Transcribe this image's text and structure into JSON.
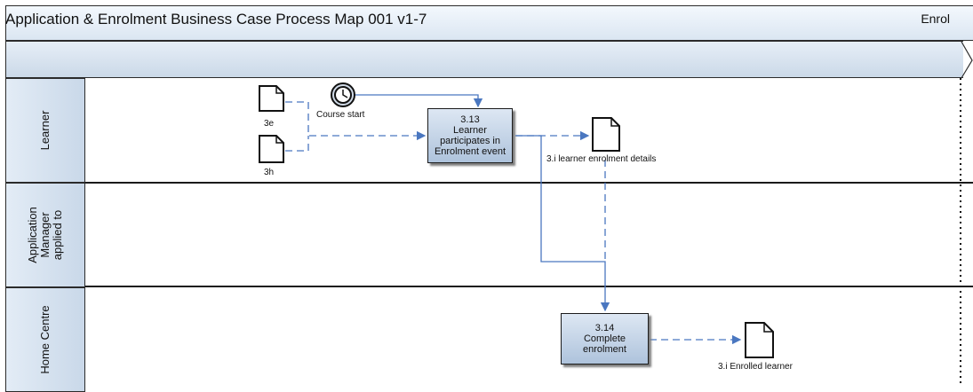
{
  "title": "Application & Enrolment Business Case Process Map 001 v1-7",
  "phase": "Enrol",
  "lanes": [
    {
      "label": "Learner"
    },
    {
      "label": "Application\nManager\napplied to"
    },
    {
      "label": "Home Centre"
    }
  ],
  "tasks": [
    {
      "id": "3.13",
      "text": "Learner participates in Enrolment event"
    },
    {
      "id": "3.14",
      "text": "Complete enrolment"
    }
  ],
  "documents": [
    {
      "label": "3e"
    },
    {
      "label": "3h"
    },
    {
      "label": "3.i learner enrolment details"
    },
    {
      "label": "3.i Enrolled learner"
    }
  ],
  "event": {
    "label": "Course start"
  },
  "colors": {
    "connector": "#4a77c0",
    "task_fill": "#aec3dc",
    "lane_border": "#1a1a1a"
  }
}
